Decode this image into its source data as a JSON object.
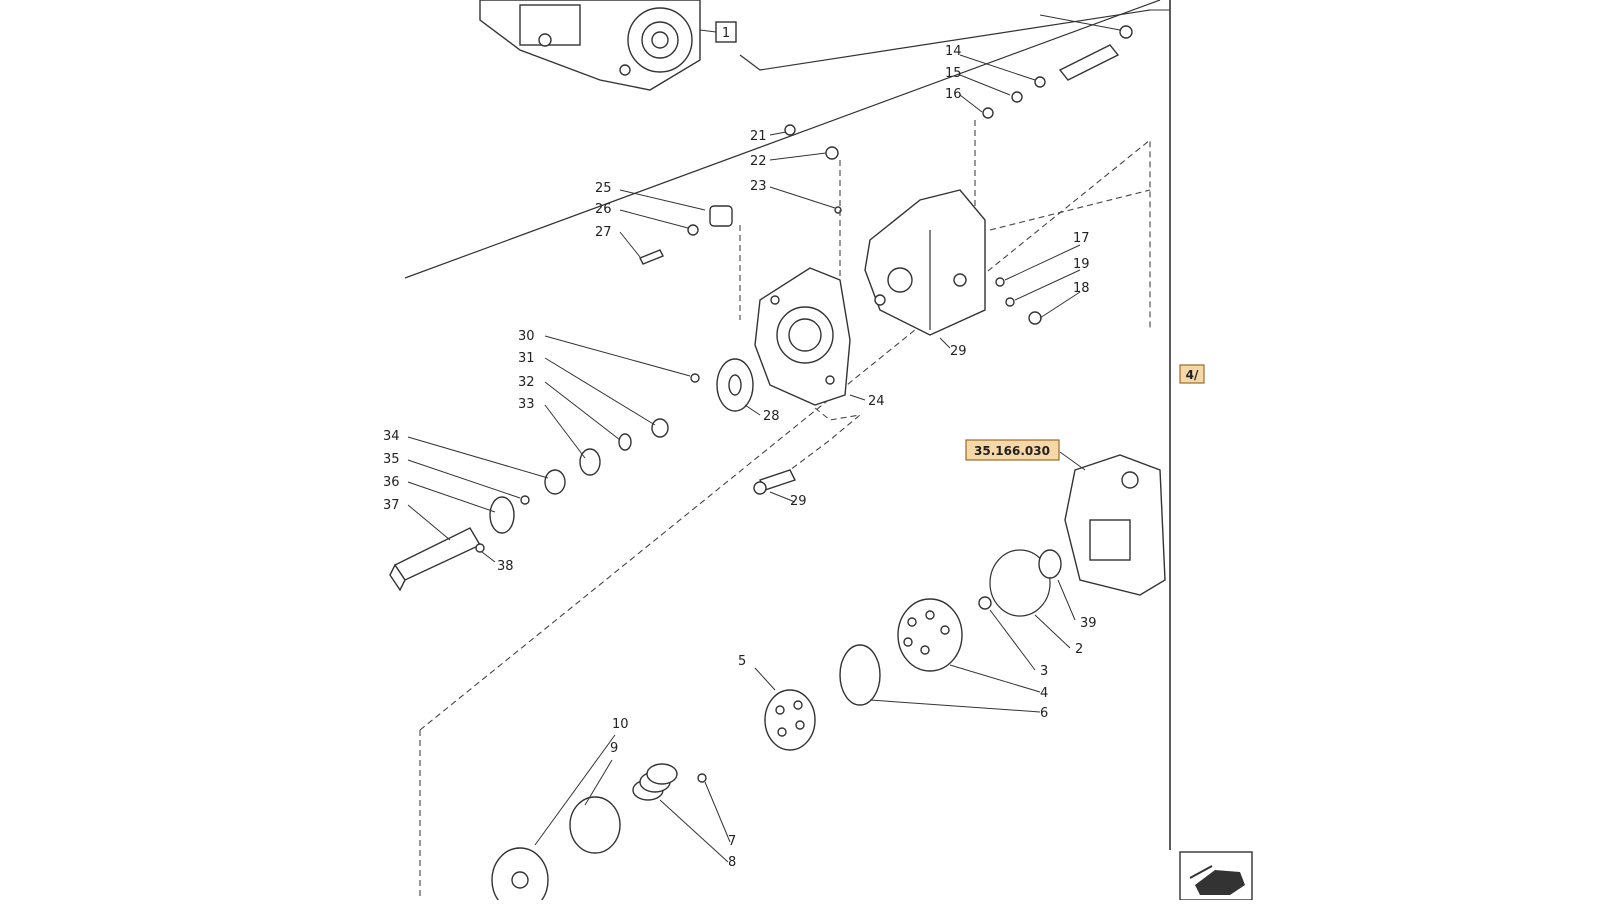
{
  "diagram": {
    "assembly_callout": "1",
    "part_labels": [
      "2",
      "3",
      "4",
      "5",
      "6",
      "7",
      "8",
      "9",
      "10",
      "14",
      "15",
      "16",
      "17",
      "18",
      "19",
      "21",
      "22",
      "23",
      "24",
      "25",
      "26",
      "27",
      "28",
      "29",
      "29",
      "30",
      "31",
      "32",
      "33",
      "34",
      "35",
      "36",
      "37",
      "38",
      "39"
    ],
    "refs": {
      "section_ref": "35.166.030",
      "side_marker": "4/"
    },
    "nav_icon": "next-page-hand-icon"
  }
}
